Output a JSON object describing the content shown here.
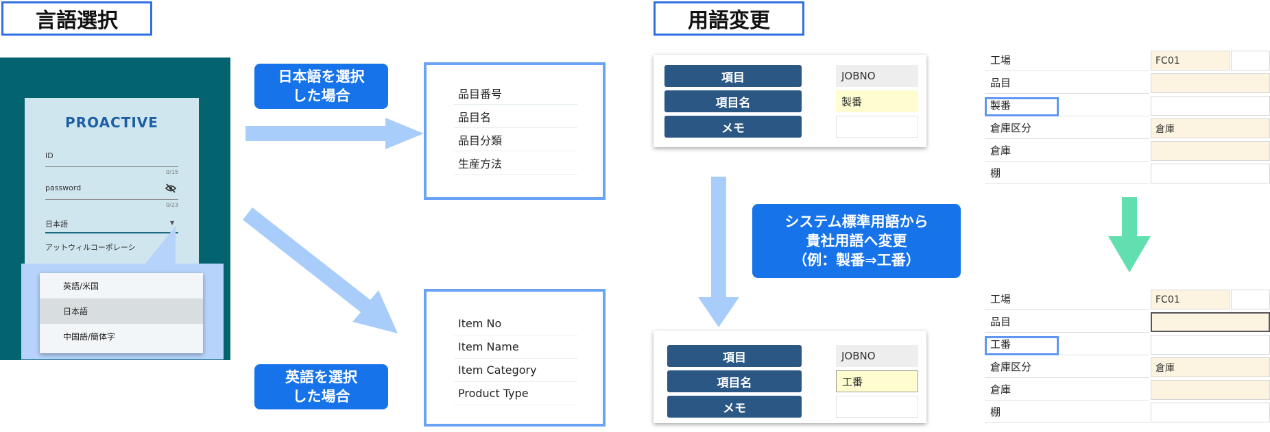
{
  "sections": {
    "language_select": "言語選択",
    "term_change": "用語変更"
  },
  "callouts": {
    "japanese": "日本語を選択\nした場合",
    "english": "英語を選択\nした場合",
    "term_change": "システム標準用語から\n貴社用語へ変更\n（例：製番⇒工番）"
  },
  "login": {
    "brand": "PROACTIVE",
    "id_label": "ID",
    "id_counter": "0/15",
    "password_label": "password",
    "password_counter": "0/23",
    "language_value": "日本語",
    "company_value": "アットウィルコーポレーシ",
    "dropdown_options": [
      "英語/米国",
      "日本語",
      "中国語/簡体字"
    ]
  },
  "japanese_fields": [
    "品目番号",
    "品目名",
    "品目分類",
    "生産方法"
  ],
  "english_fields": [
    "Item No",
    "Item Name",
    "Item Category",
    "Product Type"
  ],
  "form_before": {
    "rows": [
      {
        "label": "項目",
        "value": "JOBNO"
      },
      {
        "label": "項目名",
        "value": "製番"
      },
      {
        "label": "メモ",
        "value": ""
      }
    ]
  },
  "form_after": {
    "rows": [
      {
        "label": "項目",
        "value": "JOBNO"
      },
      {
        "label": "項目名",
        "value": "工番"
      },
      {
        "label": "メモ",
        "value": ""
      }
    ]
  },
  "grid_before": {
    "rows": [
      {
        "label": "工場",
        "value": "FC01"
      },
      {
        "label": "品目",
        "value": ""
      },
      {
        "label": "製番",
        "value": ""
      },
      {
        "label": "倉庫区分",
        "value": "倉庫"
      },
      {
        "label": "倉庫",
        "value": ""
      },
      {
        "label": "棚",
        "value": ""
      }
    ]
  },
  "grid_after": {
    "rows": [
      {
        "label": "工場",
        "value": "FC01"
      },
      {
        "label": "品目",
        "value": ""
      },
      {
        "label": "工番",
        "value": ""
      },
      {
        "label": "倉庫区分",
        "value": "倉庫"
      },
      {
        "label": "倉庫",
        "value": ""
      },
      {
        "label": "棚",
        "value": ""
      }
    ]
  },
  "colors": {
    "accent_blue": "#1673ea",
    "arrow_blue": "#a9cdfb",
    "arrow_green": "#62dfb0",
    "teal": "#03636f",
    "header_navy": "#2a5783"
  }
}
